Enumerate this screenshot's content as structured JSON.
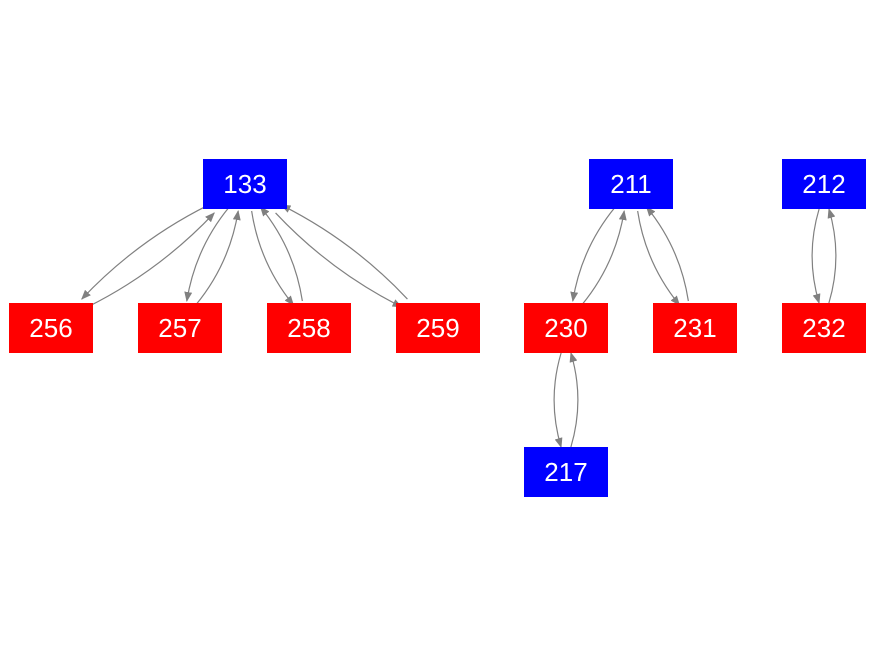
{
  "colors": {
    "blue_node": "#0000ff",
    "red_node": "#ff0000",
    "edge": "#808080",
    "text": "#ffffff"
  },
  "nodes": [
    {
      "id": "133",
      "label": "133",
      "color": "blue"
    },
    {
      "id": "256",
      "label": "256",
      "color": "red"
    },
    {
      "id": "257",
      "label": "257",
      "color": "red"
    },
    {
      "id": "258",
      "label": "258",
      "color": "red"
    },
    {
      "id": "259",
      "label": "259",
      "color": "red"
    },
    {
      "id": "211",
      "label": "211",
      "color": "blue"
    },
    {
      "id": "230",
      "label": "230",
      "color": "red"
    },
    {
      "id": "231",
      "label": "231",
      "color": "red"
    },
    {
      "id": "217",
      "label": "217",
      "color": "blue"
    },
    {
      "id": "212",
      "label": "212",
      "color": "blue"
    },
    {
      "id": "232",
      "label": "232",
      "color": "red"
    }
  ],
  "edges": [
    {
      "from": "133",
      "to": "256"
    },
    {
      "from": "256",
      "to": "133"
    },
    {
      "from": "133",
      "to": "257"
    },
    {
      "from": "257",
      "to": "133"
    },
    {
      "from": "133",
      "to": "258"
    },
    {
      "from": "258",
      "to": "133"
    },
    {
      "from": "133",
      "to": "259"
    },
    {
      "from": "259",
      "to": "133"
    },
    {
      "from": "211",
      "to": "230"
    },
    {
      "from": "230",
      "to": "211"
    },
    {
      "from": "211",
      "to": "231"
    },
    {
      "from": "231",
      "to": "211"
    },
    {
      "from": "230",
      "to": "217"
    },
    {
      "from": "217",
      "to": "230"
    },
    {
      "from": "212",
      "to": "232"
    },
    {
      "from": "232",
      "to": "212"
    }
  ]
}
